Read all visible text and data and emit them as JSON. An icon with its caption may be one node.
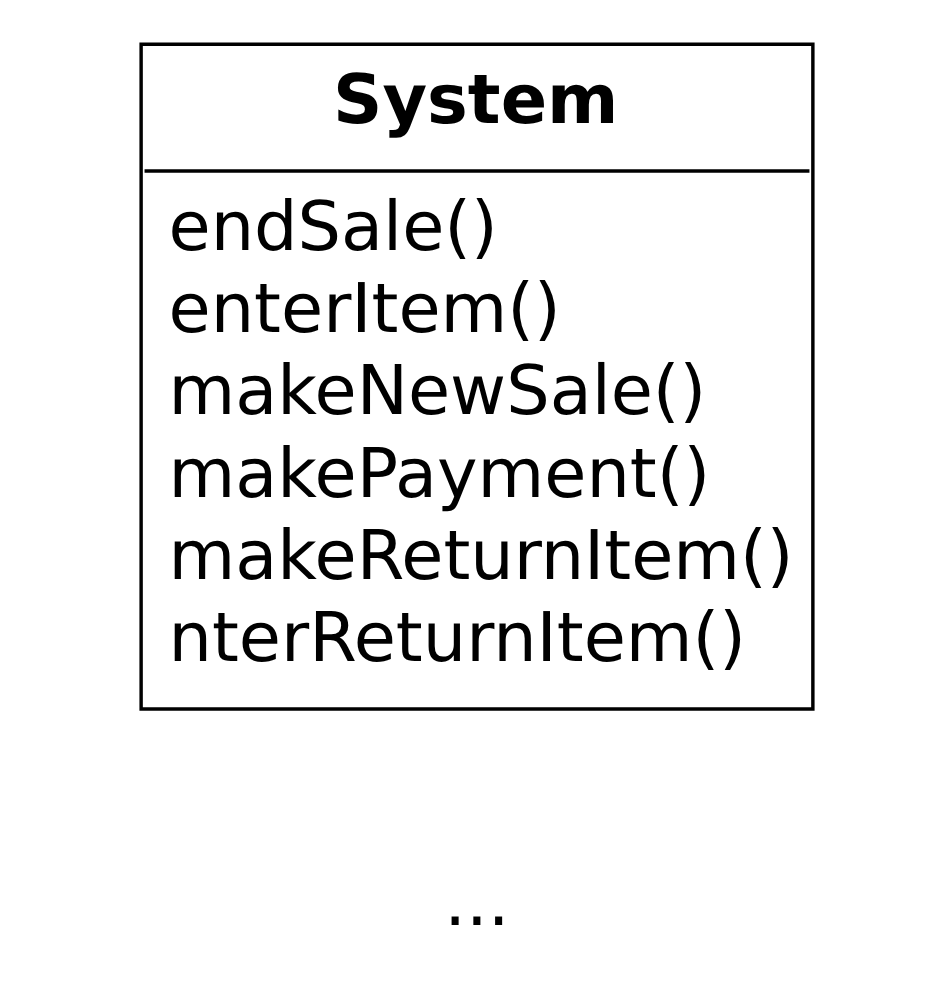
{
  "diagram": {
    "nodes": [
      {
        "text": [
          "System",
          "endSale()",
          "enterItem()",
          "makeNewSale()",
          "makePayment()",
          "makeReturnItem()",
          "nterReturnItem()"
        ]
      }
    ],
    "labels": [
      "..."
    ]
  }
}
